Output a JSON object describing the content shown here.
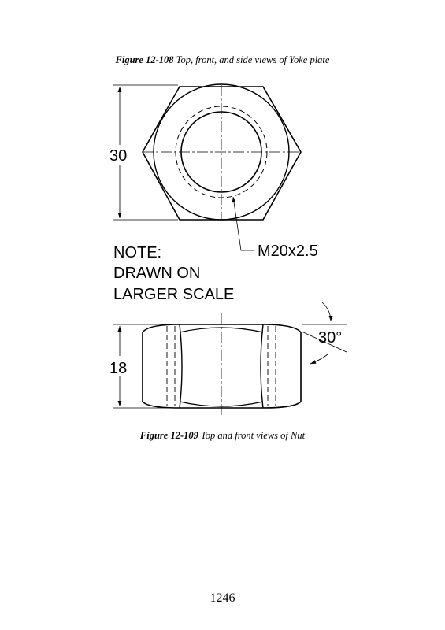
{
  "caption_top": {
    "label": "Figure 12-108",
    "text": " Top, front, and side views of Yoke plate"
  },
  "drawing": {
    "top_view_height_dim": "30",
    "thread_callout": "M20x2.5",
    "note_line1": "NOTE:",
    "note_line2": "DRAWN ON",
    "note_line3": "LARGER SCALE",
    "chamfer_angle": "30°",
    "front_view_height_dim": "18"
  },
  "caption_bottom": {
    "label": "Figure 12-109",
    "text": " Top and front views of Nut"
  },
  "page_number": "1246"
}
